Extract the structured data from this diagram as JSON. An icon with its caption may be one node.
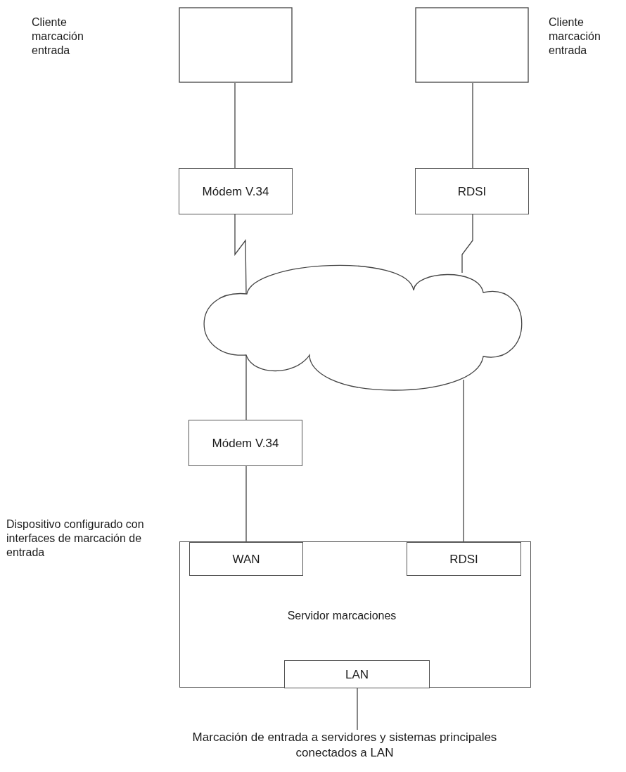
{
  "diagram": {
    "nodes": [
      {
        "text": [],
        "shape": "box"
      },
      {
        "text": [],
        "shape": "box",
        "beside": [
          "Cliente marcación entrada"
        ]
      },
      {
        "text": [
          "Módem V.34"
        ]
      },
      {
        "text": [
          "RDSI"
        ]
      },
      {
        "text": [],
        "shape": "cloud"
      },
      {
        "text": [
          "Módem V.34"
        ]
      },
      {
        "text": [
          "Servidor marcaciones"
        ],
        "beside": [
          "Dispositivo configurado con interfaces de marcación de entrada"
        ]
      },
      {
        "text": [
          "WAN"
        ],
        "in": 6
      },
      {
        "text": [
          "RDSI"
        ],
        "in": 6
      },
      {
        "text": [
          "LAN"
        ],
        "in": 6
      },
      {
        "text": [
          "Marcación de entrada a servidores y sistemas principales conectados a LAN"
        ]
      }
    ],
    "edges": [
      {
        "from": 0,
        "to": 2,
        "arrow": "none"
      },
      {
        "from": 1,
        "to": 3,
        "arrow": "none"
      },
      {
        "from": 2,
        "to": 4,
        "arrow": "none"
      },
      {
        "from": 3,
        "to": 4,
        "arrow": "none"
      },
      {
        "from": 4,
        "to": 5,
        "arrow": "none"
      },
      {
        "from": 4,
        "to": 8,
        "arrow": "none"
      },
      {
        "from": 5,
        "to": 7,
        "arrow": "none"
      },
      {
        "from": 9,
        "to": 10,
        "arrow": "none"
      }
    ],
    "labels": [
      "Cliente marcación entrada"
    ]
  }
}
